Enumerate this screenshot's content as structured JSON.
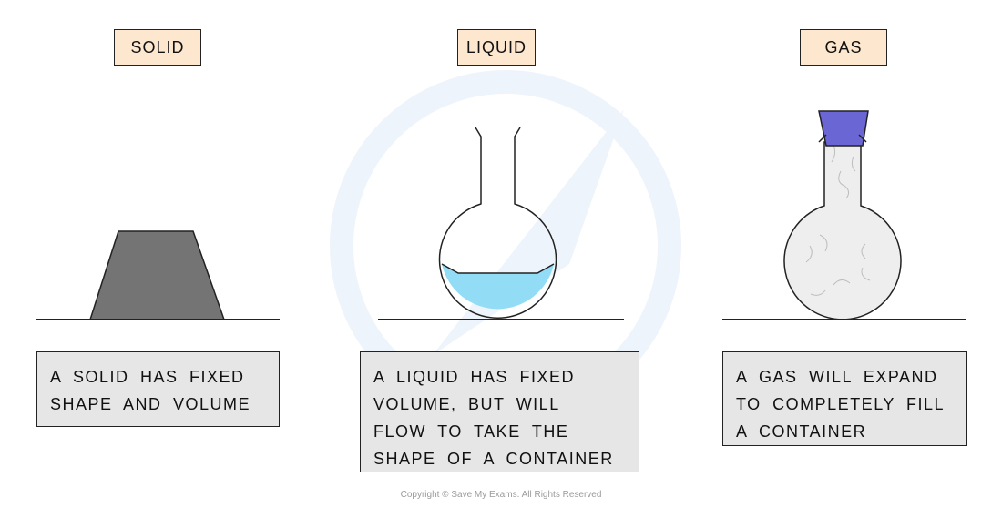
{
  "states": [
    {
      "id": "solid",
      "label": "SOLID",
      "description": "A SOLID HAS FIXED\nSHAPE AND VOLUME"
    },
    {
      "id": "liquid",
      "label": "LIQUID",
      "description": "A LIQUID HAS FIXED\nVOLUME, BUT WILL\nFLOW TO TAKE THE\nSHAPE OF A CONTAINER"
    },
    {
      "id": "gas",
      "label": "GAS",
      "description": "A GAS WILL EXPAND\nTO COMPLETELY FILL\nA CONTAINER"
    }
  ],
  "copyright": "Copyright © Save My Exams. All Rights Reserved",
  "colors": {
    "label_fill": "#fde7cf",
    "desc_fill": "#e6e6e6",
    "solid_block": "#747474",
    "liquid": "#92dcf6",
    "gas_stopper": "#6a66d4",
    "flask_glass": "#eeeeee"
  }
}
